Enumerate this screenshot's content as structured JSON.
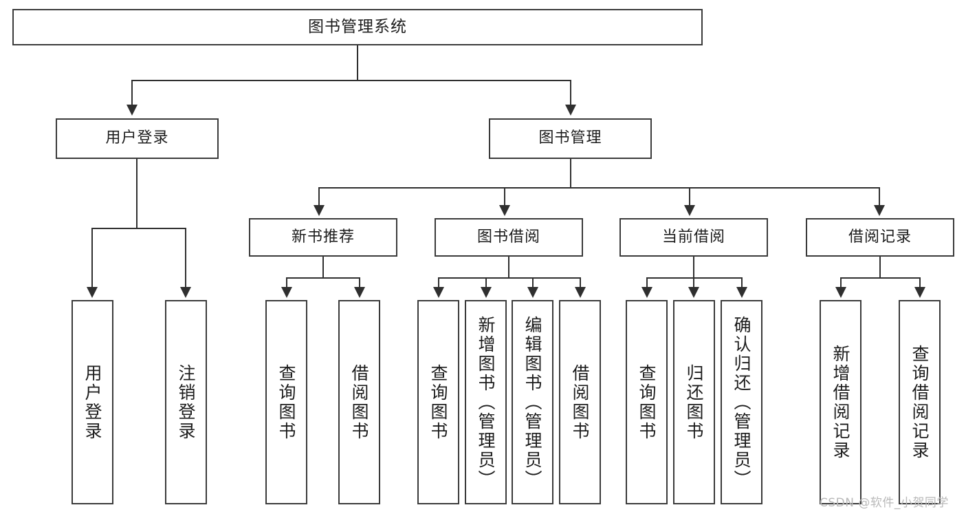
{
  "diagram": {
    "title": "图书管理系统",
    "type": "tree-hierarchy-diagram",
    "colors": {
      "box_border": "#3a3a3a",
      "connector": "#2f2f2f",
      "background": "#ffffff",
      "text": "#1c1c1c",
      "watermark": "#b9b9b9"
    },
    "root": {
      "label": "图书管理系统"
    },
    "level2": [
      {
        "label": "用户登录"
      },
      {
        "label": "图书管理"
      }
    ],
    "level3": [
      {
        "label": "新书推荐"
      },
      {
        "label": "图书借阅"
      },
      {
        "label": "当前借阅"
      },
      {
        "label": "借阅记录"
      }
    ],
    "leaves": {
      "user_login": [
        {
          "label": "用户登录"
        },
        {
          "label": "注销登录"
        }
      ],
      "new_book_recommend": [
        {
          "label": "查询图书"
        },
        {
          "label": "借阅图书"
        }
      ],
      "book_borrow": [
        {
          "label": "查询图书"
        },
        {
          "label": "新增图书（管理员）"
        },
        {
          "label": "编辑图书（管理员）"
        },
        {
          "label": "借阅图书"
        }
      ],
      "current_borrow": [
        {
          "label": "查询图书"
        },
        {
          "label": "归还图书"
        },
        {
          "label": "确认归还（管理员）"
        }
      ],
      "borrow_record": [
        {
          "label": "新增借阅记录"
        },
        {
          "label": "查询借阅记录"
        }
      ]
    }
  },
  "watermark": {
    "text": "CSDN @软件_小贺同学"
  }
}
